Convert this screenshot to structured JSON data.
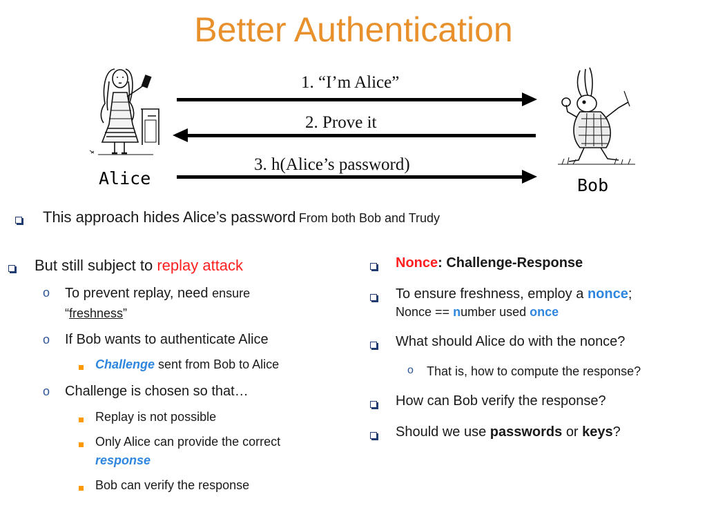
{
  "title": "Better Authentication",
  "diagram": {
    "msg1": "1. “I’m Alice”",
    "msg2": "2. Prove it",
    "msg3": "3. h(Alice’s password)",
    "alice": "Alice",
    "bob": "Bob",
    "alice_icon": "alice-figure-icon",
    "bob_icon": "white-rabbit-icon"
  },
  "top_bullet": {
    "main": "This approach hides Alice’s password",
    "small": "From both Bob and Trudy"
  },
  "left": {
    "b1_pre": "But still subject to",
    "b1_red": "replay attack",
    "s1_main": "To prevent replay, need",
    "s1_small": "ensure",
    "s1_q_open": "“",
    "s1_fresh": "freshness",
    "s1_q_close": "”",
    "s2": "If Bob wants to authenticate Alice",
    "s2a_em": "Challenge",
    "s2a_rest": "sent from Bob to Alice",
    "s3": "Challenge is chosen so that…",
    "s3a": "Replay is not possible",
    "s3b_line1": "Only Alice can provide the correct",
    "s3b_line2": "response",
    "s3c": "Bob can verify the response"
  },
  "right": {
    "r1_nonce": "Nonce",
    "r1_rest": ": Challenge-Response",
    "r2_pre": "To ensure freshness, employ a",
    "r2_nonce": "nonce",
    "r2_semi": ";",
    "r2_l2_a": "Nonce ==",
    "r2_l2_n": "n",
    "r2_l2_b": "umber used",
    "r2_l2_once": "once",
    "r3": "What should Alice do with the nonce?",
    "r3a": "That is, how to compute the response?",
    "r4": "How can Bob verify the response?",
    "r5_pre": "Should we use",
    "r5_pw": "passwords",
    "r5_or": "or",
    "r5_keys": "keys",
    "r5_q": "?"
  },
  "colors": {
    "title": "#e8912c",
    "red": "#ff1f1f",
    "blue": "#2e86de",
    "bullet_square": "#ff9900"
  }
}
